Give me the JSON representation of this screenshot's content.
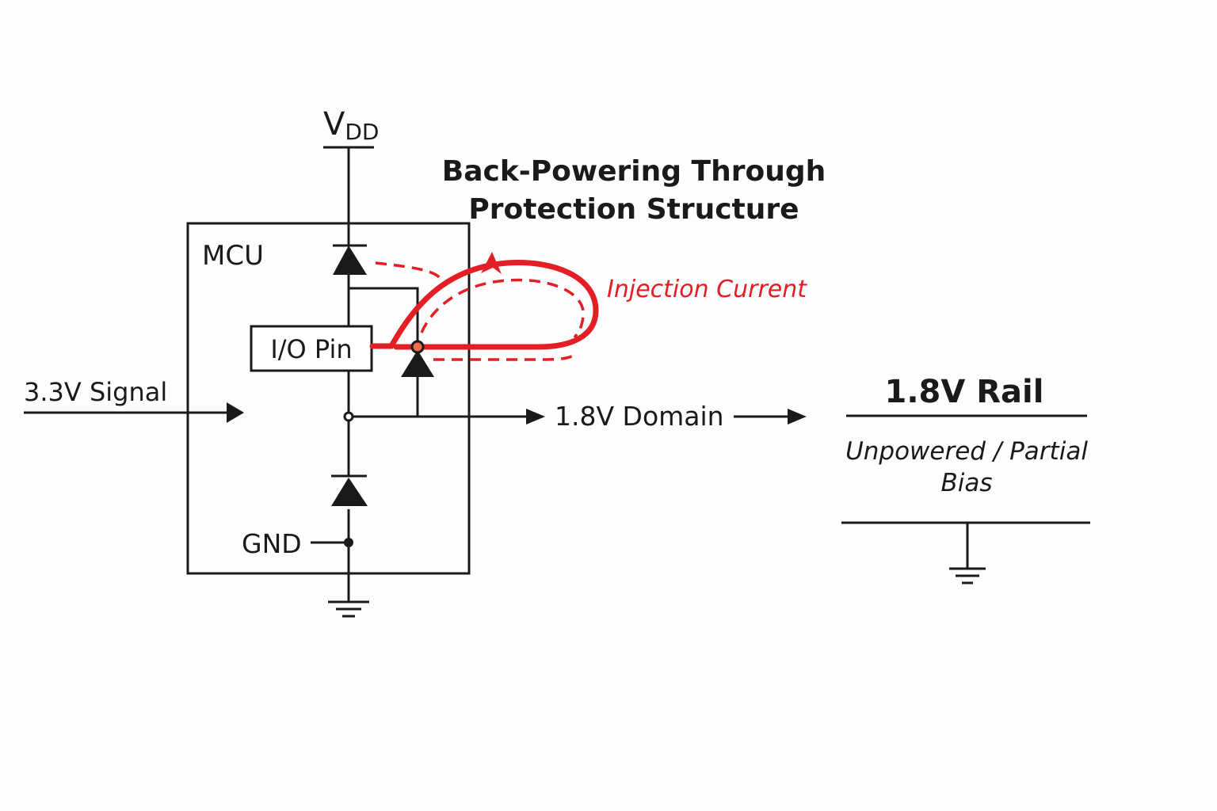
{
  "title": {
    "line1": "Back-Powering Through",
    "line2": "Protection Structure"
  },
  "labels": {
    "vdd_main": "V",
    "vdd_sub": "DD",
    "mcu": "MCU",
    "io_pin": "I/O Pin",
    "gnd": "GND",
    "signal_in": "3.3V Signal",
    "domain": "1.8V Domain",
    "injection_current": "Injection Current"
  },
  "rail": {
    "title": "1.8V Rail",
    "state_line1": "Unpowered / Partial",
    "state_line2": "Bias"
  },
  "colors": {
    "ink": "#1a1a1a",
    "injection_red": "#e31e24",
    "junction_dot": "#f26b4f",
    "background": "#fdfdfd"
  },
  "icons": {
    "upper_diode": "diode-icon",
    "lower_diode": "diode-icon",
    "clamp_diode": "diode-icon",
    "mcu_ground": "ground-icon",
    "rail_ground": "ground-icon"
  }
}
